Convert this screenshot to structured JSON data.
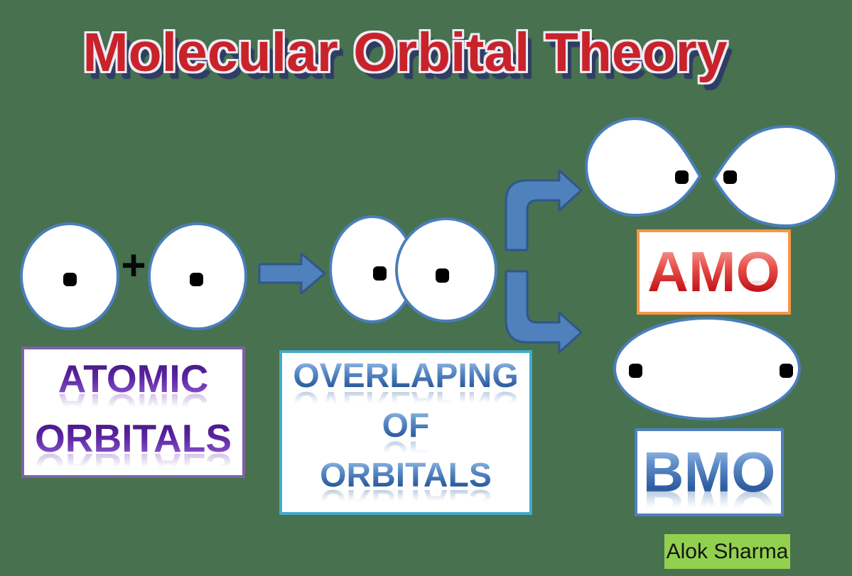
{
  "background": {
    "color": "#48714F"
  },
  "title": {
    "text": "Molecular Orbital Theory",
    "color": "#C8232B",
    "outline_color": "#EEECF4",
    "shadow_color": "#2E3D63"
  },
  "atomic_orbitals": {
    "plus_sign": "+",
    "label_line1": "ATOMIC",
    "label_line2": "ORBITALS",
    "box_border_color": "#7D63A5",
    "text_color": "#5B23A0"
  },
  "overlapping": {
    "label_line1": "OVERLAPING",
    "label_line2": "OF",
    "label_line3": "ORBITALS",
    "box_border_color": "#45AAC8",
    "text_color": "#3A6BB0"
  },
  "amo": {
    "label": "AMO",
    "box_border_color": "#F79646",
    "text_color": "#D21F26"
  },
  "bmo": {
    "label": "BMO",
    "box_border_color": "#4F81BD",
    "text_color": "#3A6BB0"
  },
  "author": {
    "name": "Alok Sharma",
    "bg_color": "#92D050",
    "text_color": "#141414"
  },
  "shapes": {
    "orbital_fill": "#FFFFFF",
    "orbital_stroke": "#4A7EBB",
    "arrow_fill": "#4F81BD",
    "arrow_stroke": "#2F5789",
    "dot_color": "#000000"
  }
}
